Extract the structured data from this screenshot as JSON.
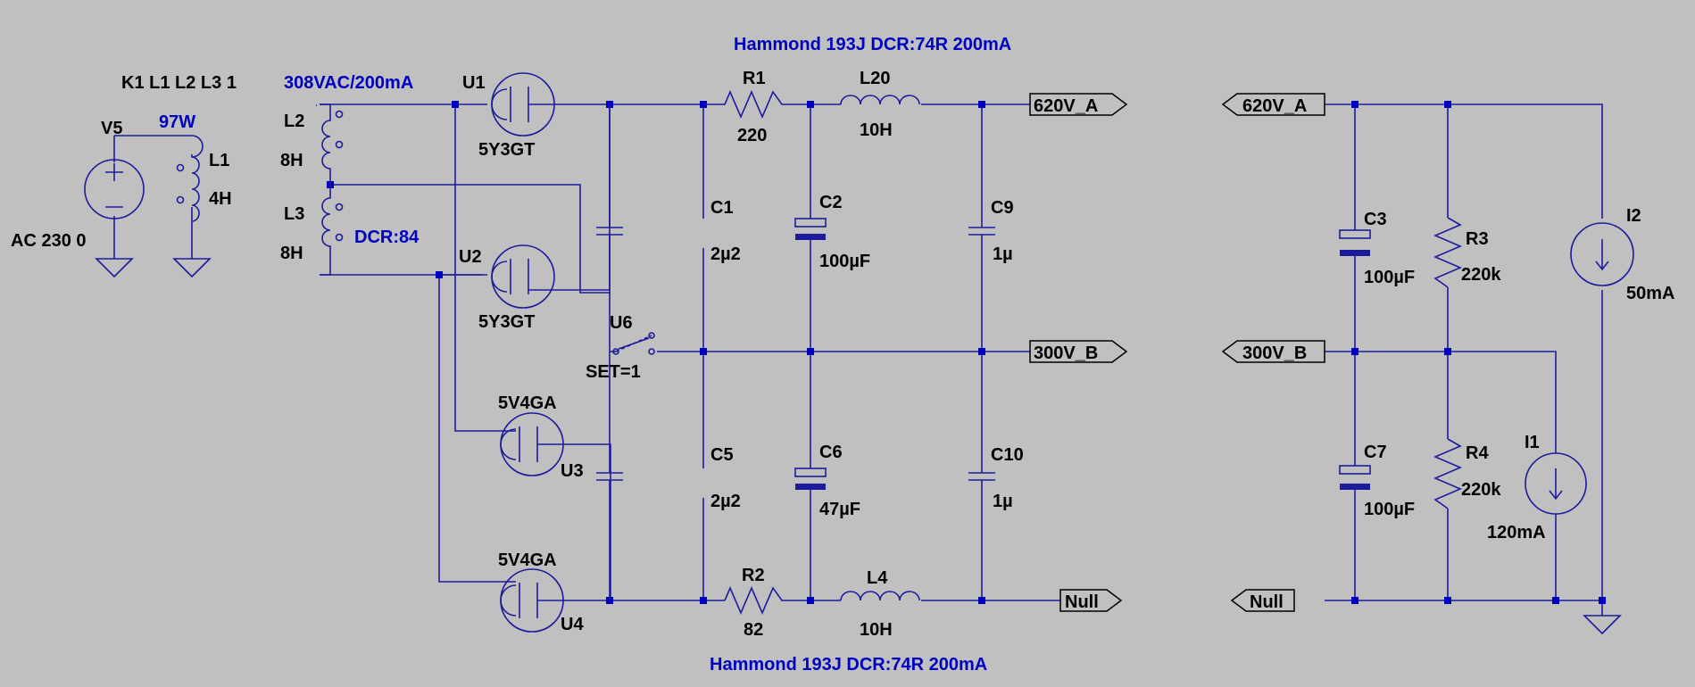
{
  "notes": {
    "hammond_top": "Hammond 193J DCR:74R 200mA",
    "hammond_bottom": "Hammond 193J DCR:74R 200mA",
    "transformer_rating": "308VAC/200mA",
    "power": "97W",
    "dcr": "DCR:84",
    "coupling": "K1 L1 L2 L3 1"
  },
  "source": {
    "name": "V5",
    "value": "AC 230 0"
  },
  "inductors": [
    {
      "name": "L1",
      "value": "4H"
    },
    {
      "name": "L2",
      "value": "8H"
    },
    {
      "name": "L3",
      "value": "8H"
    },
    {
      "name": "L20",
      "value": "10H"
    },
    {
      "name": "L4",
      "value": "10H"
    }
  ],
  "tubes": [
    {
      "name": "U1",
      "value": "5Y3GT"
    },
    {
      "name": "U2",
      "value": "5Y3GT"
    },
    {
      "name": "U3",
      "value": "5V4GA"
    },
    {
      "name": "U4",
      "value": "5V4GA"
    }
  ],
  "switch": {
    "name": "U6",
    "value": "SET=1"
  },
  "resistors": [
    {
      "name": "R1",
      "value": "220"
    },
    {
      "name": "R2",
      "value": "82"
    },
    {
      "name": "R3",
      "value": "220k"
    },
    {
      "name": "R4",
      "value": "220k"
    }
  ],
  "capacitors": [
    {
      "name": "C1",
      "value": "2µ2"
    },
    {
      "name": "C2",
      "value": "100µF"
    },
    {
      "name": "C9",
      "value": "1µ"
    },
    {
      "name": "C5",
      "value": "2µ2"
    },
    {
      "name": "C6",
      "value": "47µF"
    },
    {
      "name": "C10",
      "value": "1µ"
    },
    {
      "name": "C3",
      "value": "100µF"
    },
    {
      "name": "C7",
      "value": "100µF"
    }
  ],
  "current_sources": [
    {
      "name": "I2",
      "value": "50mA"
    },
    {
      "name": "I1",
      "value": "120mA"
    }
  ],
  "net_labels": {
    "v620_out": "620V_A",
    "v300_out": "300V_B",
    "null_out": "Null",
    "v620_in": "620V_A",
    "v300_in": "300V_B",
    "null_in": "Null"
  },
  "colors": {
    "wire": "#1c1c9a",
    "note": "#0000c0",
    "background": "#c0c0c0"
  }
}
